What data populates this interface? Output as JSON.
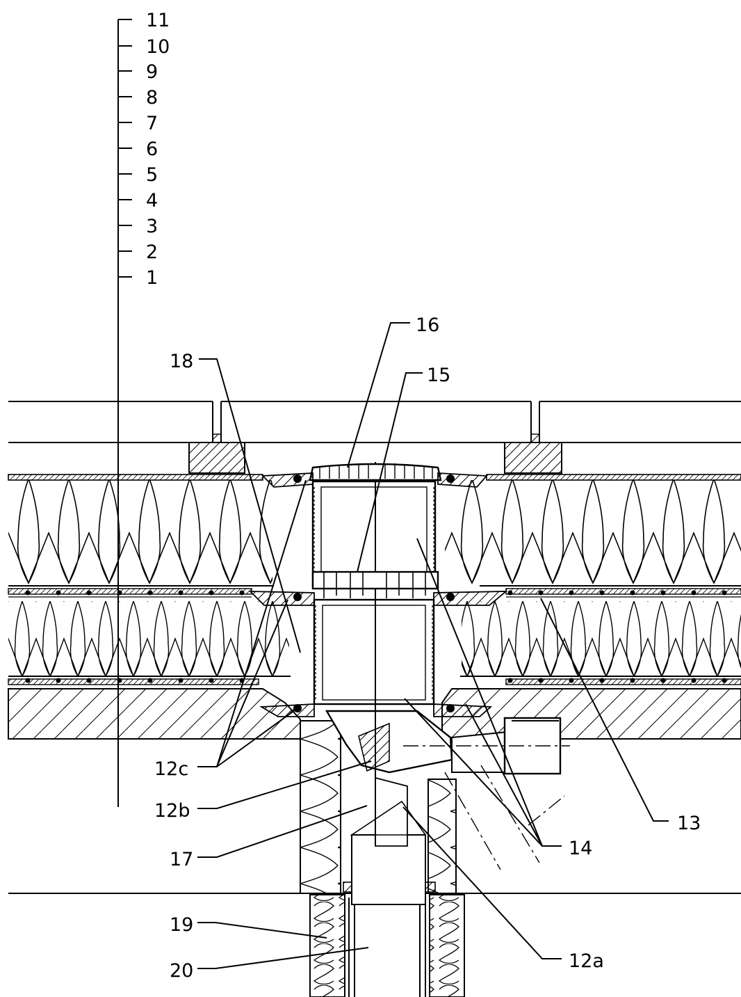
{
  "layer_scale": {
    "labels": [
      "11",
      "10",
      "9",
      "8",
      "7",
      "6",
      "5",
      "4",
      "3",
      "2",
      "1"
    ]
  },
  "callouts": {
    "c16": "16",
    "c15": "15",
    "c18": "18",
    "c12c": "12c",
    "c12b": "12b",
    "c17": "17",
    "c19": "19",
    "c20": "20",
    "c13": "13",
    "c14": "14",
    "c12a": "12a"
  },
  "colors": {
    "line": "#000000",
    "background": "#ffffff"
  }
}
